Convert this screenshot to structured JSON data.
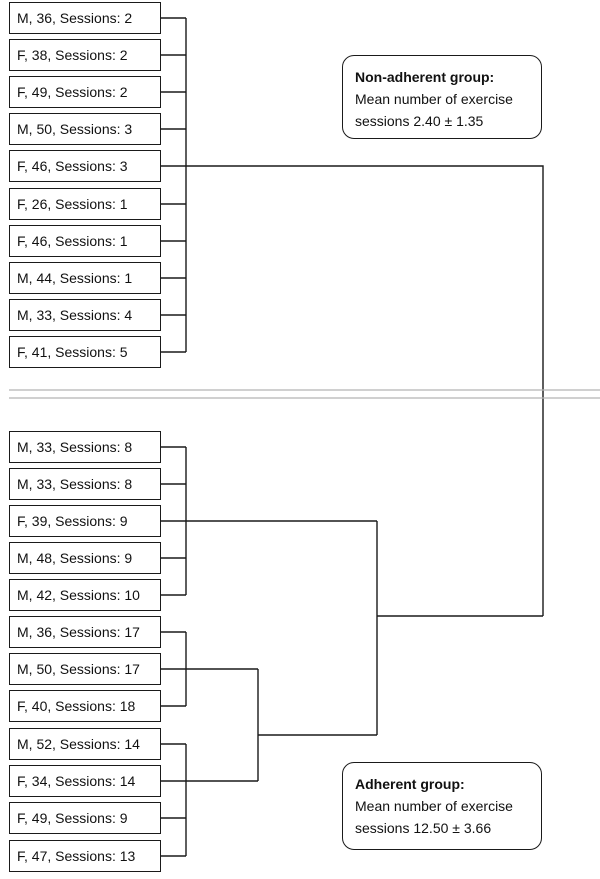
{
  "non_adherent": {
    "title": "Non-adherent group:",
    "line1": "Mean number of exercise",
    "line2": "sessions 2.40 ± 1.35",
    "leaves": [
      "M, 36, Sessions: 2",
      "F, 38, Sessions: 2",
      "F, 49, Sessions: 2",
      "M, 50, Sessions: 3",
      "F, 46, Sessions: 3",
      "F, 26, Sessions: 1",
      "F, 46, Sessions: 1",
      "M, 44, Sessions: 1",
      "M, 33, Sessions: 4",
      "F, 41, Sessions: 5"
    ]
  },
  "adherent": {
    "title": "Adherent group:",
    "line1": "Mean number of exercise",
    "line2": "sessions 12.50 ± 3.66",
    "leaves": [
      "M, 33, Sessions: 8",
      "M, 33, Sessions: 8",
      "F, 39, Sessions: 9",
      "M, 48, Sessions: 9",
      "M, 42, Sessions: 10",
      "M, 36, Sessions: 17",
      "M, 50, Sessions: 17",
      "F, 40, Sessions: 18",
      "M, 52, Sessions: 14",
      "F, 34, Sessions: 14",
      "F, 49, Sessions: 9",
      "F, 47, Sessions: 13"
    ]
  }
}
